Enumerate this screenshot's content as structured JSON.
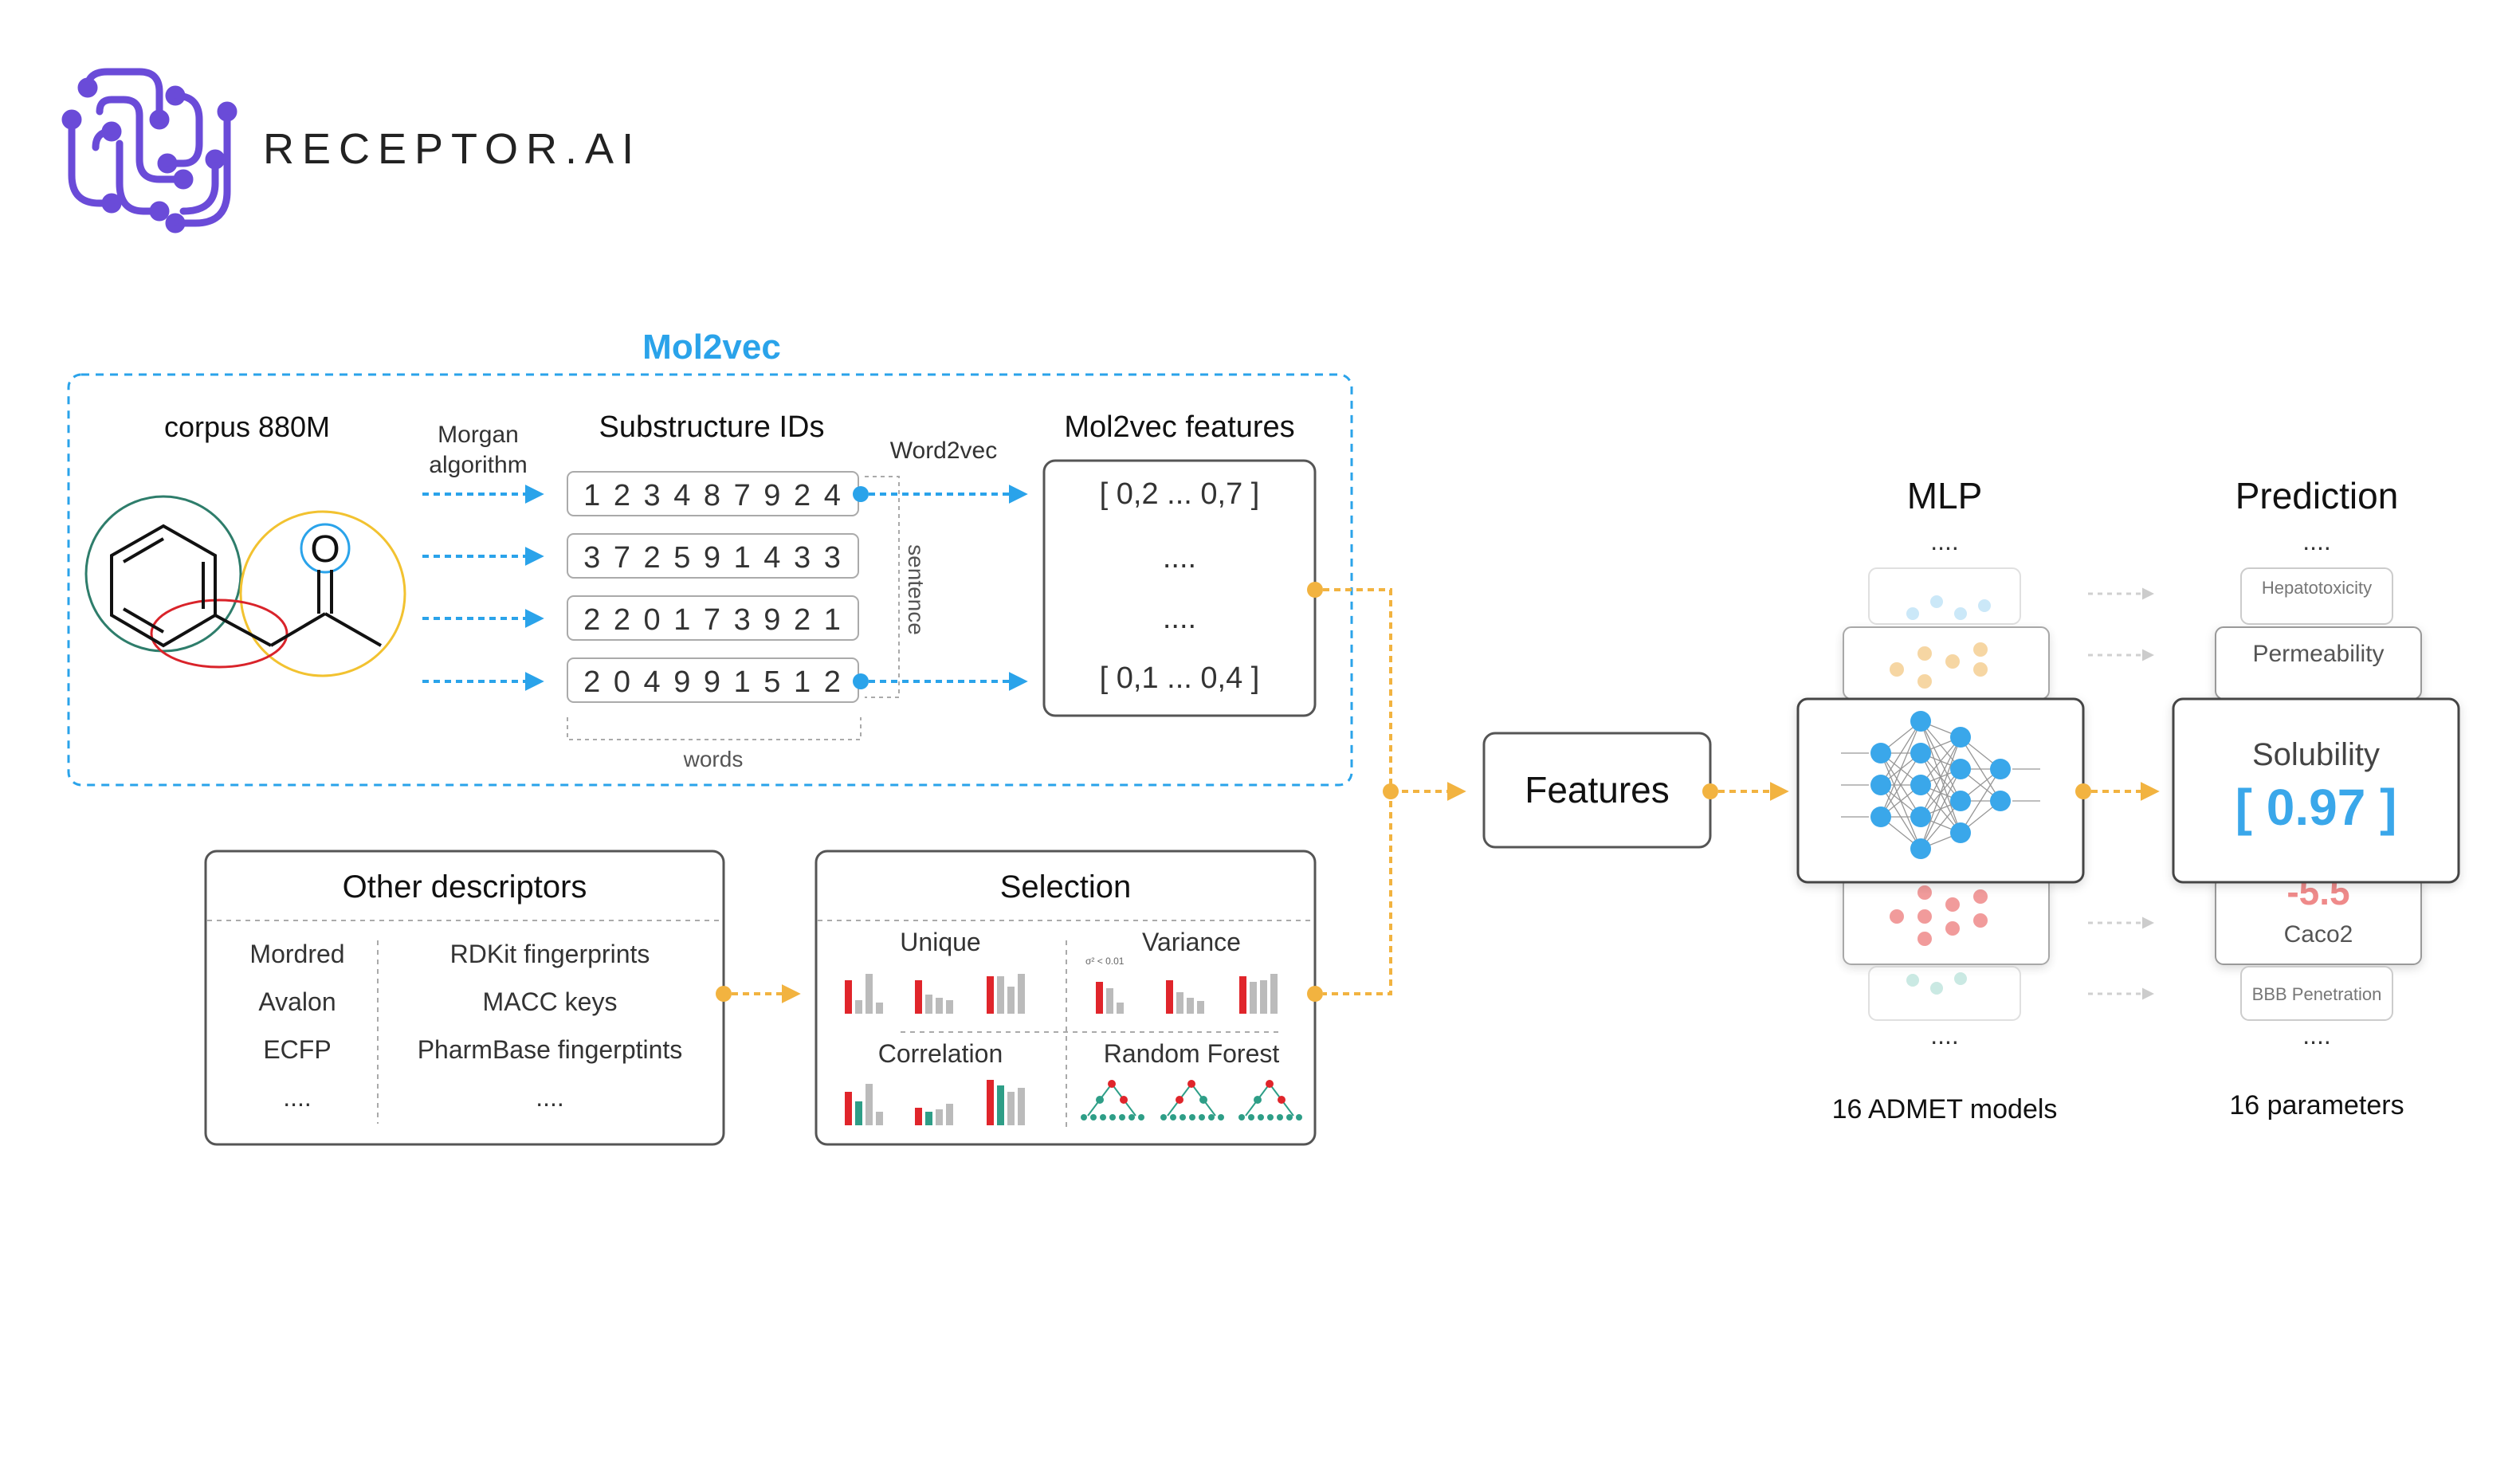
{
  "brand": {
    "name": "RECEPTOR.AI",
    "logo_color": "#6a4bd8"
  },
  "colors": {
    "blue": "#2aa3ea",
    "orange": "#f2b340",
    "red": "#e0252b",
    "teal": "#2e9e87",
    "gray": "#b9b9b9",
    "box_border": "#555555"
  },
  "mol2vec": {
    "title": "Mol2vec",
    "corpus_label": "corpus 880M",
    "morgan_label_line1": "Morgan",
    "morgan_label_line2": "algorithm",
    "substructure_title": "Substructure IDs",
    "id_rows": [
      "1 2 3 4 8 7 9 2 4",
      "3 7 2 5 9 1 4 3 3",
      "2 2 0 1 7 3 9 2 1",
      "2 0 4 9 9 1 5 1 2"
    ],
    "sentence_label": "sentence",
    "words_label": "words",
    "word2vec_label": "Word2vec",
    "features_title": "Mol2vec features",
    "feature_rows": [
      "[ 0,2 ... 0,7 ]",
      "....",
      "....",
      "[ 0,1 ... 0,4 ]"
    ],
    "molecule_atom": "O"
  },
  "other_descriptors": {
    "title": "Other descriptors",
    "left_items": [
      "Mordred",
      "Avalon",
      "ECFP",
      "...."
    ],
    "right_items": [
      "RDKit fingerprints",
      "MACC keys",
      "PharmBase fingerptints",
      "...."
    ]
  },
  "selection": {
    "title": "Selection",
    "quadrants": [
      "Unique",
      "Variance",
      "Correlation",
      "Random Forest"
    ],
    "variance_note": "σ² < 0.01"
  },
  "features": {
    "label": "Features"
  },
  "mlp": {
    "title": "MLP",
    "dots_top": "....",
    "dots_bottom": "....",
    "caption": "16 ADMET models"
  },
  "prediction": {
    "title": "Prediction",
    "dots_top": "....",
    "dots_bottom": "....",
    "caption": "16 parameters",
    "main_label": "Solubility",
    "main_value": "[ 0.97 ]",
    "peek_value": "-5.5",
    "card_hepato": "Hepatotoxicity",
    "card_perm": "Permeability",
    "card_caco": "Caco2",
    "card_bbb": "BBB Penetration"
  }
}
